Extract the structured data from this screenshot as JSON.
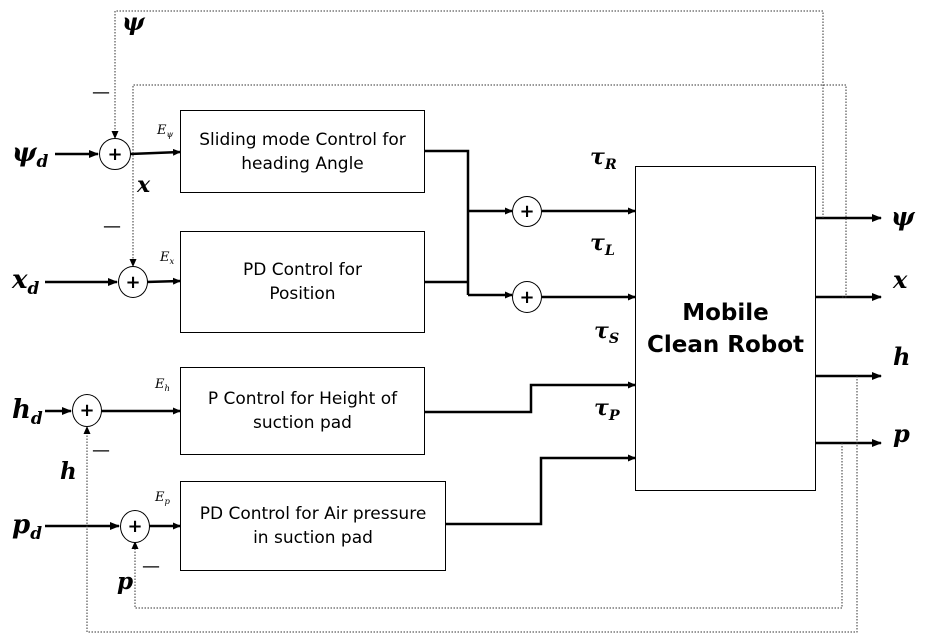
{
  "blocks": {
    "smc": {
      "line1": "Sliding mode Control for",
      "line2": "heading Angle"
    },
    "pd_pos": {
      "line1": "PD Control  for",
      "line2": "Position"
    },
    "p_height": {
      "line1": "P Control for Height of",
      "line2": "suction pad"
    },
    "pd_air": {
      "line1": "PD Control for Air pressure",
      "line2": "in suction pad"
    },
    "robot": {
      "line1": "Mobile",
      "line2": "Clean Robot"
    }
  },
  "sum_symbol": "+",
  "minus_symbol": "—",
  "inputs": {
    "psi_d": {
      "base": "ψ",
      "sub": "d"
    },
    "x_d": {
      "base": "x",
      "sub": "d"
    },
    "h_d": {
      "base": "h",
      "sub": "d"
    },
    "p_d": {
      "base": "p",
      "sub": "d"
    }
  },
  "errors": {
    "e_psi": {
      "base": "E",
      "sub": "ψ"
    },
    "e_x": {
      "base": "E",
      "sub": "x"
    },
    "e_h": {
      "base": "E",
      "sub": "h"
    },
    "e_p": {
      "base": "E",
      "sub": "p"
    }
  },
  "torques": {
    "tau_r": {
      "base": "τ",
      "sub": "R"
    },
    "tau_l": {
      "base": "τ",
      "sub": "L"
    },
    "tau_s": {
      "base": "τ",
      "sub": "S"
    },
    "tau_p": {
      "base": "τ",
      "sub": "P"
    }
  },
  "outputs": {
    "psi": "ψ",
    "x": "x",
    "h": "h",
    "p": "p"
  },
  "feedback": {
    "psi": "ψ",
    "x": "x",
    "h": "h",
    "p": "p"
  }
}
